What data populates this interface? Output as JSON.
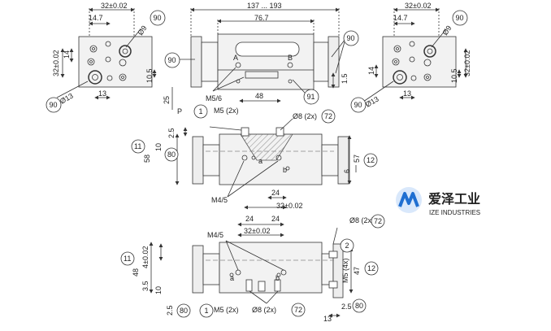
{
  "views": {
    "top_left": {
      "dim_32": "32±0.02",
      "dim_14_7": "14.7",
      "dim_32_v": "32±0.02",
      "dim_14": "14",
      "dim_10_5": "10.5",
      "dim_13": "13",
      "dim_o9": "Ø9",
      "dim_o13": "Ø13",
      "bub_90a": "90",
      "bub_90b": "90"
    },
    "top_center": {
      "dim_137_193": "137 ... 193",
      "dim_76_7": "76.7",
      "label_a": "A",
      "label_b": "B",
      "dim_1_5": "1.5",
      "dim_25": "25",
      "dim_p": "P",
      "dim_48": "48",
      "dim_m56": "M5/6",
      "bub_90l": "90",
      "bub_90r": "90",
      "bub_91": "91"
    },
    "top_right": {
      "dim_32": "32±0.02",
      "dim_14_7": "14.7",
      "dim_32_v": "32±0.02",
      "dim_14": "14",
      "dim_10_5": "10.5",
      "dim_13": "13",
      "dim_o9": "Ø9",
      "dim_o13": "Ø13",
      "bub_90a": "90",
      "bub_90b": "90"
    },
    "middle": {
      "m5_2x": "M5 (2x)",
      "o8_2x": "Ø8 (2x)",
      "dim_2_5": "2.5",
      "dim_10": "10",
      "dim_58": "58",
      "dim_57": "57",
      "dim_6": "6",
      "m4_5": "M4/5",
      "dim_24": "24",
      "dim_32": "32±0.02",
      "label_a": "a",
      "label_b": "b",
      "bub_1": "1",
      "bub_72": "72",
      "bub_11": "11",
      "bub_80": "80",
      "bub_12": "12"
    },
    "bottom": {
      "dim_24a": "24",
      "dim_24b": "24",
      "m4_5": "M4/5",
      "dim_32": "32±0.02",
      "dim_4": "4±0.02",
      "dim_48": "48",
      "dim_3_5": "3.5",
      "dim_10": "10",
      "dim_2_5": "2.5",
      "m5_2x": "M5 (2x)",
      "o8_2x": "Ø8 (2x)",
      "o8_2x_r": "Ø8 (2x)",
      "m5_4x": "M5 (4x)",
      "dim_47": "47",
      "dim_13": "13",
      "dim_2_5r": "2.5",
      "label_a": "a",
      "label_b": "b",
      "bub_11": "11",
      "bub_80": "80",
      "bub_1": "1",
      "bub_72": "72",
      "bub_2": "2",
      "bub_72r": "72",
      "bub_12": "12",
      "bub_80r": "80"
    }
  },
  "logo": {
    "cn_text": "爱泽工业",
    "en_text": "IZE INDUSTRIES",
    "color": "#1f6fd1"
  }
}
